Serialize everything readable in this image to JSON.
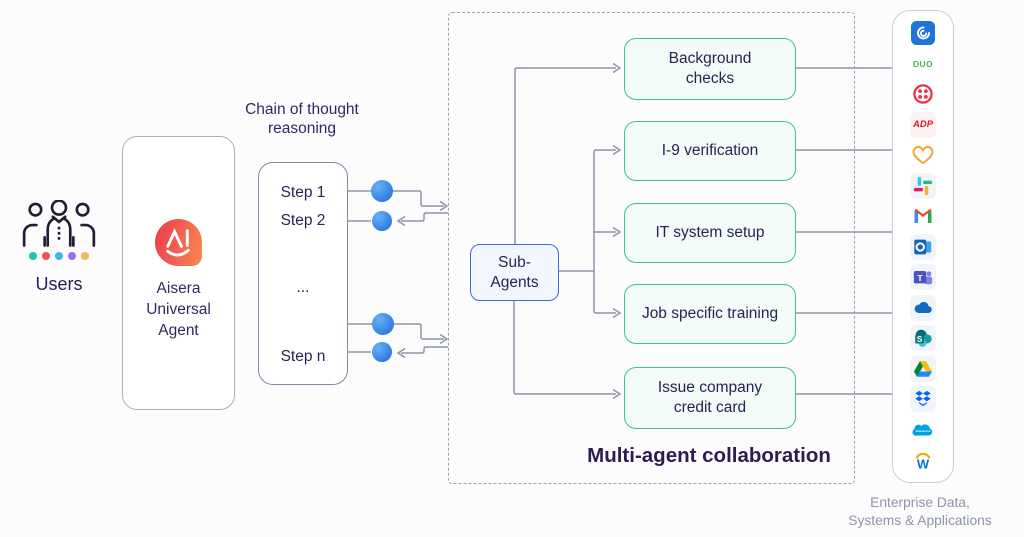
{
  "page": {
    "background": "#fcfcfd"
  },
  "users": {
    "label": "Users",
    "dot_colors": [
      "#23c4ae",
      "#ee5253",
      "#3fb3f2",
      "#9a70ef",
      "#f6b95e"
    ]
  },
  "agent": {
    "name": "Aisera\nUniversal\nAgent",
    "logo_gradient": [
      "#ee4150",
      "#f8854e"
    ]
  },
  "chain": {
    "caption": "Chain of thought\nreasoning",
    "steps": [
      "Step 1",
      "Step 2",
      "...",
      "Step n"
    ]
  },
  "collab": {
    "title": "Multi-agent collaboration",
    "sub_agents_label": "Sub-\nAgents",
    "tasks": [
      "Background\nchecks",
      "I-9 verification",
      "IT system setup",
      "Job specific training",
      "Issue company\ncredit card"
    ]
  },
  "integrations": {
    "caption_line1": "Enterprise Data,",
    "caption_line2": "Systems & Applications",
    "icons": [
      {
        "name": "spiral-arcs"
      },
      {
        "name": "duo",
        "text": "DUO"
      },
      {
        "name": "twilio"
      },
      {
        "name": "adp",
        "text": "ADP"
      },
      {
        "name": "heart"
      },
      {
        "name": "slack"
      },
      {
        "name": "gmail"
      },
      {
        "name": "outlook"
      },
      {
        "name": "teams",
        "text": "T"
      },
      {
        "name": "onedrive"
      },
      {
        "name": "sharepoint",
        "text": "S"
      },
      {
        "name": "google-drive"
      },
      {
        "name": "dropbox"
      },
      {
        "name": "salesforce",
        "text": "salesforce"
      },
      {
        "name": "workday",
        "text": "W"
      }
    ]
  },
  "colors": {
    "wire": "#8d95a6",
    "dashed_border": "#9aa3b4",
    "task_border": "#3bbda7",
    "task_fill": "#f2fbf8",
    "subagent_border": "#3a6be0",
    "subagent_fill": "#f3f6fe",
    "node_blue": "#3d8ff0",
    "text_dark": "#2e1b52",
    "text_gray": "#8e95a8"
  }
}
